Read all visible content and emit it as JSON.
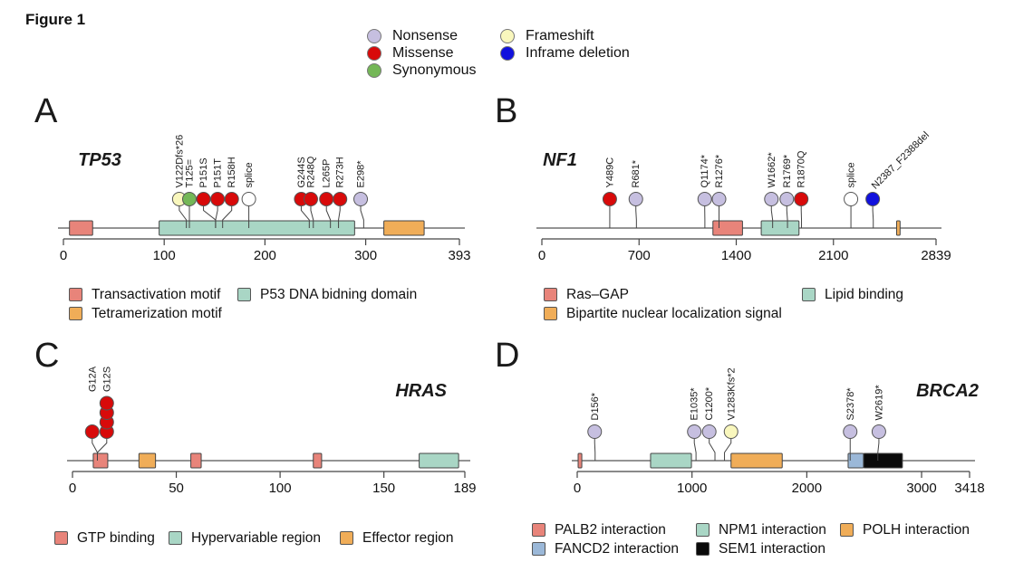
{
  "figure_label": "Figure 1",
  "mutation_colors": {
    "Nonsense": "#c6bfe0",
    "Missense": "#d80a0a",
    "Synonymous": "#74b757",
    "Frameshift": "#f9f7bd",
    "Inframe deletion": "#1111dd",
    "Splice": "#ffffff"
  },
  "domain_colors": {
    "salmon": "#e8847a",
    "teal": "#a9d6c5",
    "orange": "#f0ad58",
    "blue": "#9bb8d8",
    "black": "#0a0a0a"
  },
  "top_legend": {
    "columns": [
      {
        "x": 405,
        "items": [
          {
            "label": "Nonsense",
            "type": "Nonsense"
          },
          {
            "label": "Missense",
            "type": "Missense"
          },
          {
            "label": "Synonymous",
            "type": "Synonymous"
          }
        ]
      },
      {
        "x": 552,
        "items": [
          {
            "label": "Frameshift",
            "type": "Frameshift"
          },
          {
            "label": "Inframe deletion",
            "type": "Inframe deletion"
          }
        ]
      }
    ]
  },
  "chart_data": [
    {
      "type": "lollipop",
      "panel": "A",
      "gene": "TP53",
      "length": 393,
      "xticks": [
        0,
        100,
        200,
        300,
        393
      ],
      "mutations": [
        {
          "label": "V122Dfs*26",
          "pos": 122,
          "display": 115,
          "type": "Frameshift"
        },
        {
          "label": "T125=",
          "pos": 125,
          "display": 125,
          "type": "Synonymous"
        },
        {
          "label": "P151S",
          "pos": 151,
          "display": 139,
          "type": "Missense"
        },
        {
          "label": "P151T",
          "pos": 151,
          "display": 153,
          "type": "Missense"
        },
        {
          "label": "R158H",
          "pos": 158,
          "display": 167,
          "type": "Missense"
        },
        {
          "label": "splice",
          "pos": 184,
          "display": 184,
          "type": "Splice"
        },
        {
          "label": "G244S",
          "pos": 244,
          "display": 236,
          "type": "Missense"
        },
        {
          "label": "R248Q",
          "pos": 248,
          "display": 245.5,
          "type": "Missense"
        },
        {
          "label": "L265P",
          "pos": 265,
          "display": 261,
          "type": "Missense"
        },
        {
          "label": "R273H",
          "pos": 273,
          "display": 274.5,
          "type": "Missense"
        },
        {
          "label": "E298*",
          "pos": 298,
          "display": 295,
          "type": "Nonsense"
        }
      ],
      "domains": [
        {
          "name": "Transactivation motif",
          "start": 6,
          "end": 29,
          "color": "salmon"
        },
        {
          "name": "P53 DNA bidning domain",
          "start": 95,
          "end": 289,
          "color": "teal"
        },
        {
          "name": "Tetramerization motif",
          "start": 318,
          "end": 358,
          "color": "orange"
        }
      ],
      "legend_columns": [
        {
          "x": 76,
          "items": [
            {
              "label": "Transactivation motif",
              "color": "salmon"
            },
            {
              "label": "Tetramerization motif",
              "color": "orange"
            }
          ]
        },
        {
          "x": 262,
          "items": [
            {
              "label": "P53 DNA bidning domain",
              "color": "teal"
            }
          ]
        }
      ]
    },
    {
      "type": "lollipop",
      "panel": "B",
      "gene": "NF1",
      "length": 2839,
      "xticks": [
        0,
        700,
        1400,
        2100,
        2839
      ],
      "mutations": [
        {
          "label": "Y489C",
          "pos": 489,
          "display": 489,
          "type": "Missense"
        },
        {
          "label": "R681*",
          "pos": 681,
          "display": 677,
          "type": "Nonsense"
        },
        {
          "label": "Q1174*",
          "pos": 1174,
          "display": 1173,
          "type": "Nonsense"
        },
        {
          "label": "R1276*",
          "pos": 1276,
          "display": 1276,
          "type": "Nonsense"
        },
        {
          "label": "W1662*",
          "pos": 1662,
          "display": 1653,
          "type": "Nonsense"
        },
        {
          "label": "R1769*",
          "pos": 1769,
          "display": 1764,
          "type": "Nonsense"
        },
        {
          "label": "R1870Q",
          "pos": 1870,
          "display": 1868,
          "type": "Missense"
        },
        {
          "label": "splice",
          "pos": 2226,
          "display": 2226,
          "type": "Splice"
        },
        {
          "label": "N2387_F2388del",
          "pos": 2387,
          "display": 2383,
          "type": "Inframe deletion",
          "rotate": 45
        }
      ],
      "domains": [
        {
          "name": "Ras–GAP",
          "start": 1232,
          "end": 1445,
          "color": "salmon"
        },
        {
          "name": "Lipid binding",
          "start": 1580,
          "end": 1852,
          "color": "teal"
        },
        {
          "name": "Bipartite nuclear localization signal",
          "start": 2555,
          "end": 2580,
          "color": "orange"
        }
      ],
      "legend_columns": [
        {
          "x": 600,
          "items": [
            {
              "label": "Ras–GAP",
              "color": "salmon"
            },
            {
              "label": "Bipartite nuclear localization signal",
              "color": "orange"
            }
          ]
        },
        {
          "x": 885,
          "items": [
            {
              "label": "Lipid binding",
              "color": "teal"
            }
          ]
        }
      ]
    },
    {
      "type": "lollipop",
      "panel": "C",
      "gene": "HRAS",
      "length": 189,
      "xticks": [
        0,
        50,
        100,
        150,
        189
      ],
      "mutations": [
        {
          "label": "G12A",
          "pos": 12,
          "display": 9.5,
          "type": "Missense",
          "count": 1
        },
        {
          "label": "G12S",
          "pos": 12,
          "display": 16.5,
          "type": "Missense",
          "count": 4
        }
      ],
      "domains": [
        {
          "name": "GTP binding",
          "start": 10,
          "end": 17,
          "color": "salmon"
        },
        {
          "name": "Effector region",
          "start": 32,
          "end": 40,
          "color": "orange"
        },
        {
          "name": "GTP binding",
          "start": 57,
          "end": 62,
          "color": "salmon"
        },
        {
          "name": "GTP binding",
          "start": 116,
          "end": 120,
          "color": "salmon"
        },
        {
          "name": "Hypervariable region",
          "start": 167,
          "end": 186,
          "color": "teal"
        }
      ],
      "legend_columns": [
        {
          "x": 60,
          "items": [
            {
              "label": "GTP binding",
              "color": "salmon"
            }
          ]
        },
        {
          "x": 186,
          "items": [
            {
              "label": "Hypervariable region",
              "color": "teal"
            }
          ]
        },
        {
          "x": 375,
          "items": [
            {
              "label": "Effector region",
              "color": "orange"
            }
          ]
        }
      ]
    },
    {
      "type": "lollipop",
      "panel": "D",
      "gene": "BRCA2",
      "length": 3418,
      "xticks": [
        0,
        1000,
        2000,
        3000,
        3418
      ],
      "mutations": [
        {
          "label": "D156*",
          "pos": 156,
          "display": 152,
          "type": "Nonsense"
        },
        {
          "label": "E1035*",
          "pos": 1035,
          "display": 1020,
          "type": "Nonsense"
        },
        {
          "label": "C1200*",
          "pos": 1200,
          "display": 1150,
          "type": "Nonsense"
        },
        {
          "label": "V1283Kfs*2",
          "pos": 1283,
          "display": 1340,
          "type": "Frameshift"
        },
        {
          "label": "S2378*",
          "pos": 2378,
          "display": 2378,
          "type": "Nonsense"
        },
        {
          "label": "W2619*",
          "pos": 2619,
          "display": 2628,
          "type": "Nonsense"
        }
      ],
      "domains": [
        {
          "name": "PALB2 interaction",
          "start": 8,
          "end": 40,
          "color": "salmon"
        },
        {
          "name": "NPM1 interaction",
          "start": 639,
          "end": 995,
          "color": "teal"
        },
        {
          "name": "POLH interaction",
          "start": 1340,
          "end": 1786,
          "color": "orange"
        },
        {
          "name": "FANCD2 interaction",
          "start": 2360,
          "end": 2494,
          "color": "blue"
        },
        {
          "name": "SEM1 interaction",
          "start": 2494,
          "end": 2833,
          "color": "black"
        }
      ],
      "legend_columns": [
        {
          "x": 587,
          "items": [
            {
              "label": "PALB2 interaction",
              "color": "salmon"
            },
            {
              "label": "FANCD2 interaction",
              "color": "blue"
            }
          ]
        },
        {
          "x": 768,
          "items": [
            {
              "label": "NPM1 interaction",
              "color": "teal"
            },
            {
              "label": "SEM1 interaction",
              "color": "black"
            }
          ]
        },
        {
          "x": 927,
          "items": [
            {
              "label": "POLH interaction",
              "color": "orange"
            }
          ]
        }
      ]
    }
  ]
}
